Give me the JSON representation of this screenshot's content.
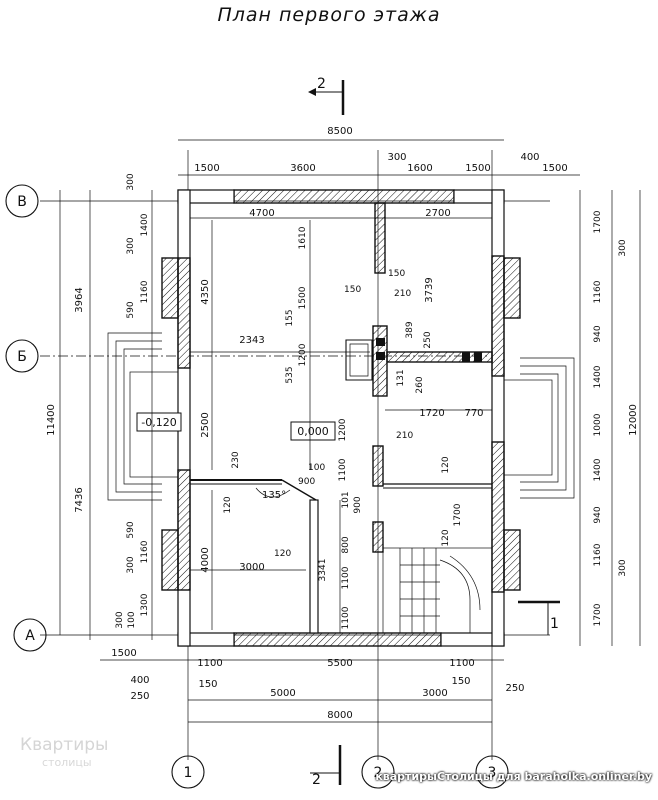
{
  "title": "План первого этажа",
  "axes": {
    "A": "А",
    "B": "Б",
    "V": "В",
    "n1": "1",
    "n2": "2",
    "n3": "3"
  },
  "section_marks": {
    "top": "2",
    "bottom": "2",
    "right": "1"
  },
  "levels": {
    "floor": "0,000",
    "outside": "-0,120"
  },
  "angle": "135°",
  "dims": {
    "top_total": "8500",
    "top_row": [
      "1500",
      "3600",
      "300",
      "1600",
      "1500",
      "400",
      "1500"
    ],
    "bottom_total": "8000",
    "bottom_axes": [
      "5000",
      "3000"
    ],
    "bottom_row": [
      "1500",
      "1100",
      "5500",
      "1100"
    ],
    "bottom_small": [
      "400",
      "250",
      "150",
      "150",
      "250"
    ],
    "left_outer": [
      "3964",
      "11400",
      "7436"
    ],
    "left_inner": [
      "300",
      "1400",
      "300",
      "1160",
      "590",
      "590",
      "1160",
      "300",
      "1300",
      "300",
      "100"
    ],
    "right_outer": "12000",
    "right_inner": [
      "1700",
      "300",
      "1160",
      "940",
      "1400",
      "1000",
      "1400",
      "940",
      "1160",
      "300",
      "1700"
    ],
    "interior": [
      "4700",
      "2700",
      "1610",
      "4350",
      "150",
      "150",
      "1500",
      "210",
      "3739",
      "155",
      "389",
      "250",
      "2343",
      "535",
      "1200",
      "131",
      "260",
      "1720",
      "770",
      "2500",
      "1200",
      "210",
      "230",
      "100",
      "900",
      "120",
      "120",
      "101",
      "1100",
      "900",
      "1700",
      "800",
      "4000",
      "3000",
      "120",
      "3341",
      "1100",
      "1100",
      "120"
    ]
  },
  "watermark": {
    "left": "Квартиры",
    "left_sub": "столицы",
    "right": "квартирыСтолицы для baraholka.onliner.by"
  }
}
